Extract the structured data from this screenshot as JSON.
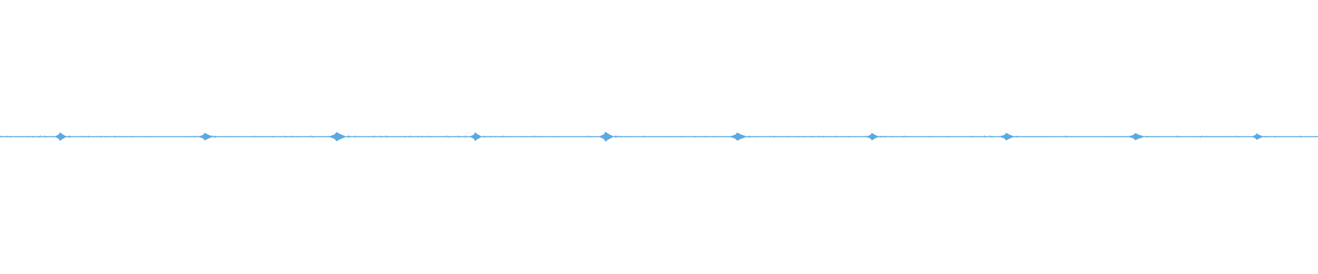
{
  "waveform": {
    "color": "#5aa9e0",
    "background": "#ffffff",
    "peaks": [
      {
        "t": 0.046,
        "amp": 0.016
      },
      {
        "t": 0.156,
        "amp": 0.014
      },
      {
        "t": 0.256,
        "amp": 0.017
      },
      {
        "t": 0.361,
        "amp": 0.016
      },
      {
        "t": 0.46,
        "amp": 0.018
      },
      {
        "t": 0.56,
        "amp": 0.015
      },
      {
        "t": 0.662,
        "amp": 0.014
      },
      {
        "t": 0.764,
        "amp": 0.014
      },
      {
        "t": 0.862,
        "amp": 0.013
      },
      {
        "t": 0.954,
        "amp": 0.012
      }
    ]
  }
}
